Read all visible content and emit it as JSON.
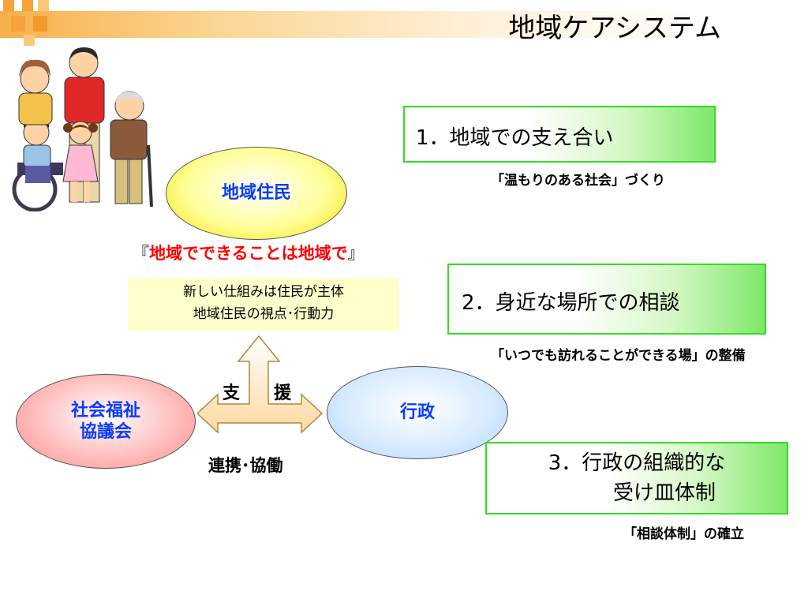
{
  "header": {
    "title": "地域ケアシステム"
  },
  "diagram": {
    "resident_oval": "地域住民",
    "slogan_open": "『",
    "slogan_text": "地域でできることは地域で",
    "slogan_close": "』",
    "resident_box": {
      "line1": "新しい仕組みは住民が主体",
      "line2": "地域住民の視点･行動力"
    },
    "support_left": "支",
    "support_right": "援",
    "council_oval": {
      "line1": "社会福祉",
      "line2": "協議会"
    },
    "admin_oval": "行政",
    "cooperation": "連携･協働"
  },
  "points": [
    {
      "heading": "1．地域での支え合い",
      "subtitle": "「温もりのある社会」づくり"
    },
    {
      "heading": "2．身近な場所での相談",
      "subtitle": "「いつでも訪れることができる場」の整備"
    },
    {
      "heading_line1": "3．行政の組織的な",
      "heading_line2": "受け皿体制",
      "subtitle": "「相談体制」の確立"
    }
  ],
  "colors": {
    "header_accent": "#f7a23a",
    "oval_text": "#0a3cff",
    "slogan": "#ff0000",
    "green_border": "#33dd22",
    "resident_oval_fill": "#ffff99",
    "council_oval_fill": "#ffb9b9",
    "admin_oval_fill": "#d6eaff"
  },
  "icons": {
    "people": "family-people-illustration",
    "arrow": "three-way-arrow-icon"
  }
}
